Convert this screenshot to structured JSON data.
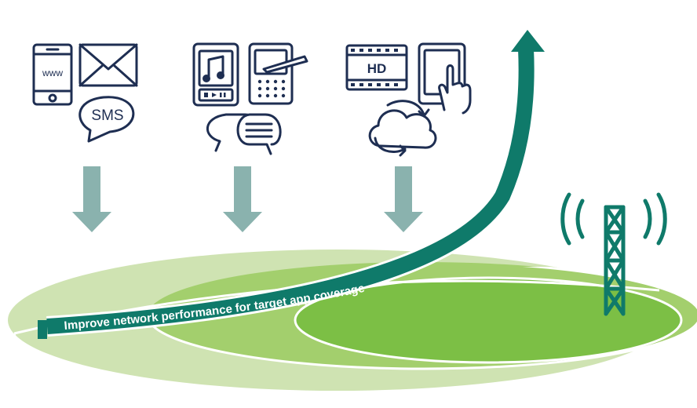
{
  "colors": {
    "navy": "#1e2e52",
    "teal": "#0f7a6a",
    "arrow_gray": "#8ab2ae",
    "green_light": "#cfe3b2",
    "green_mid": "#a3cf6d",
    "green_dark": "#7cbf45",
    "tower": "#0f7a6a"
  },
  "icon_groups": [
    {
      "name": "messaging",
      "icons": [
        "phone-web-icon",
        "envelope-icon",
        "sms-bubble-icon"
      ],
      "web_label": "www",
      "sms_label": "SMS"
    },
    {
      "name": "media",
      "icons": [
        "music-player-icon",
        "smartphone-pen-icon",
        "chat-bubbles-icon"
      ]
    },
    {
      "name": "video",
      "icons": [
        "hd-film-icon",
        "tablet-touch-icon",
        "cloud-sync-icon"
      ],
      "hd_label": "HD"
    }
  ],
  "coverage": {
    "rings": [
      "outer-coverage-area",
      "middle-coverage-area",
      "inner-coverage-area"
    ]
  },
  "arrow_caption": "Improve network performance for target app coverage",
  "tower": {
    "icon": "cell-tower-icon"
  }
}
